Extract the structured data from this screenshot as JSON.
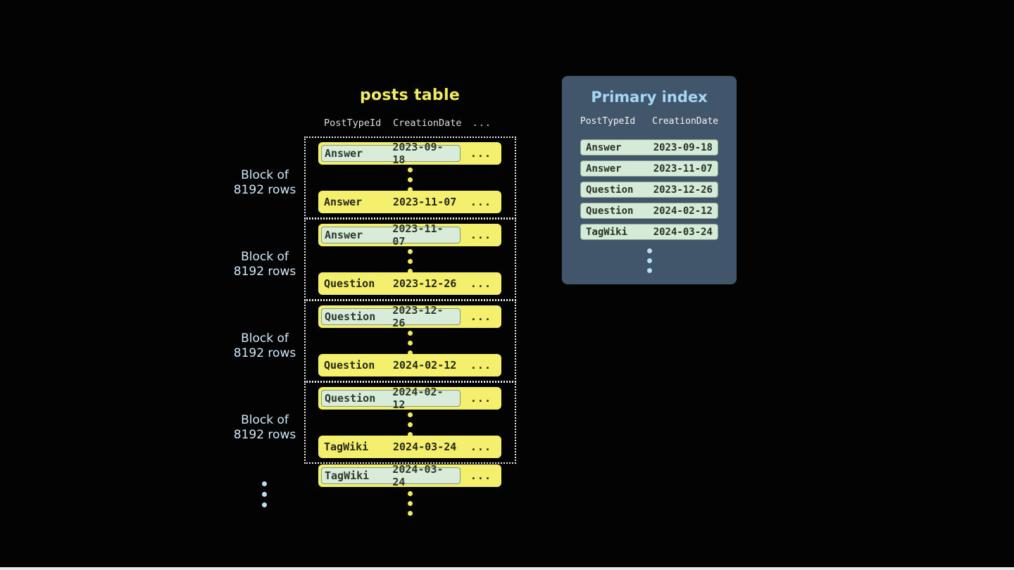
{
  "posts_table": {
    "title": "posts table",
    "headers": {
      "post_type_id": "PostTypeId",
      "creation_date": "CreationDate",
      "more": "..."
    },
    "row_ellipsis": "...",
    "blocks": [
      {
        "label_line1": "Block of",
        "label_line2": "8192 rows",
        "first_row": {
          "post_type": "Answer",
          "creation_date": "2023-09-18"
        },
        "last_row": {
          "post_type": "Answer",
          "creation_date": "2023-11-07"
        }
      },
      {
        "label_line1": "Block of",
        "label_line2": "8192 rows",
        "first_row": {
          "post_type": "Answer",
          "creation_date": "2023-11-07"
        },
        "last_row": {
          "post_type": "Question",
          "creation_date": "2023-12-26"
        }
      },
      {
        "label_line1": "Block of",
        "label_line2": "8192 rows",
        "first_row": {
          "post_type": "Question",
          "creation_date": "2023-12-26"
        },
        "last_row": {
          "post_type": "Question",
          "creation_date": "2024-02-12"
        }
      },
      {
        "label_line1": "Block of",
        "label_line2": "8192 rows",
        "first_row": {
          "post_type": "Question",
          "creation_date": "2024-02-12"
        },
        "last_row": {
          "post_type": "TagWiki",
          "creation_date": "2024-03-24"
        }
      }
    ],
    "overflow_row": {
      "post_type": "TagWiki",
      "creation_date": "2024-03-24"
    }
  },
  "primary_index": {
    "title": "Primary index",
    "headers": {
      "post_type_id": "PostTypeId",
      "creation_date": "CreationDate"
    },
    "rows": [
      {
        "post_type": "Answer",
        "creation_date": "2023-09-18"
      },
      {
        "post_type": "Answer",
        "creation_date": "2023-11-07"
      },
      {
        "post_type": "Question",
        "creation_date": "2023-12-26"
      },
      {
        "post_type": "Question",
        "creation_date": "2024-02-12"
      },
      {
        "post_type": "TagWiki",
        "creation_date": "2024-03-24"
      }
    ]
  },
  "colors": {
    "row_yellow": "#f4f06e",
    "chip_green": "#d9ecd9",
    "panel_slate": "#41566a",
    "accent_blue": "#a5d8f5",
    "accent_yellow": "#f2ec62",
    "background": "#020302"
  }
}
